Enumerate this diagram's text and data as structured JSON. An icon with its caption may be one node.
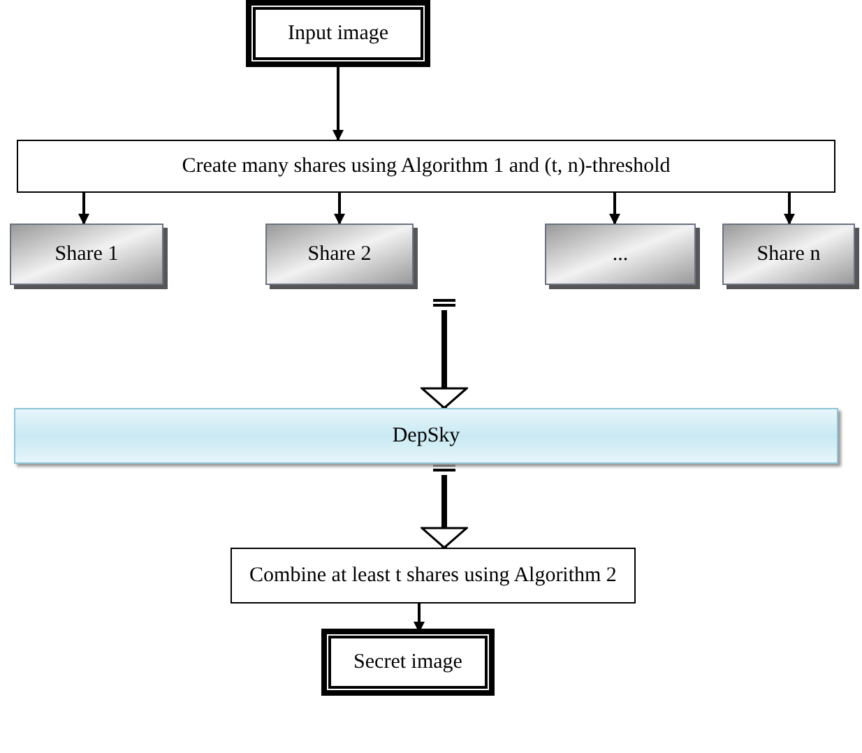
{
  "diagram": {
    "nodes": [
      {
        "text": [
          "Input image"
        ]
      },
      {
        "text": [
          "Create many shares using Algorithm 1 and (t, n)-threshold"
        ]
      },
      {
        "text": [
          "Share 1"
        ]
      },
      {
        "text": [
          "Share 2"
        ]
      },
      {
        "text": [
          "..."
        ]
      },
      {
        "text": [
          "Share n"
        ]
      },
      {
        "text": [
          "DepSky"
        ]
      },
      {
        "text": [
          "Combine at least t shares using Algorithm 2"
        ]
      },
      {
        "text": [
          "Secret image"
        ]
      }
    ],
    "edges": [
      {
        "from": 0,
        "to": 1,
        "arrow": "to"
      },
      {
        "from": 1,
        "to": 2,
        "arrow": "to"
      },
      {
        "from": 1,
        "to": 3,
        "arrow": "to"
      },
      {
        "from": 1,
        "to": 4,
        "arrow": "to"
      },
      {
        "from": 1,
        "to": 5,
        "arrow": "to"
      },
      {
        "from": null,
        "to": 6,
        "arrow": "to",
        "style": "thick"
      },
      {
        "from": 6,
        "to": 7,
        "arrow": "to",
        "style": "thick"
      },
      {
        "from": 7,
        "to": 8,
        "arrow": "to"
      }
    ]
  }
}
